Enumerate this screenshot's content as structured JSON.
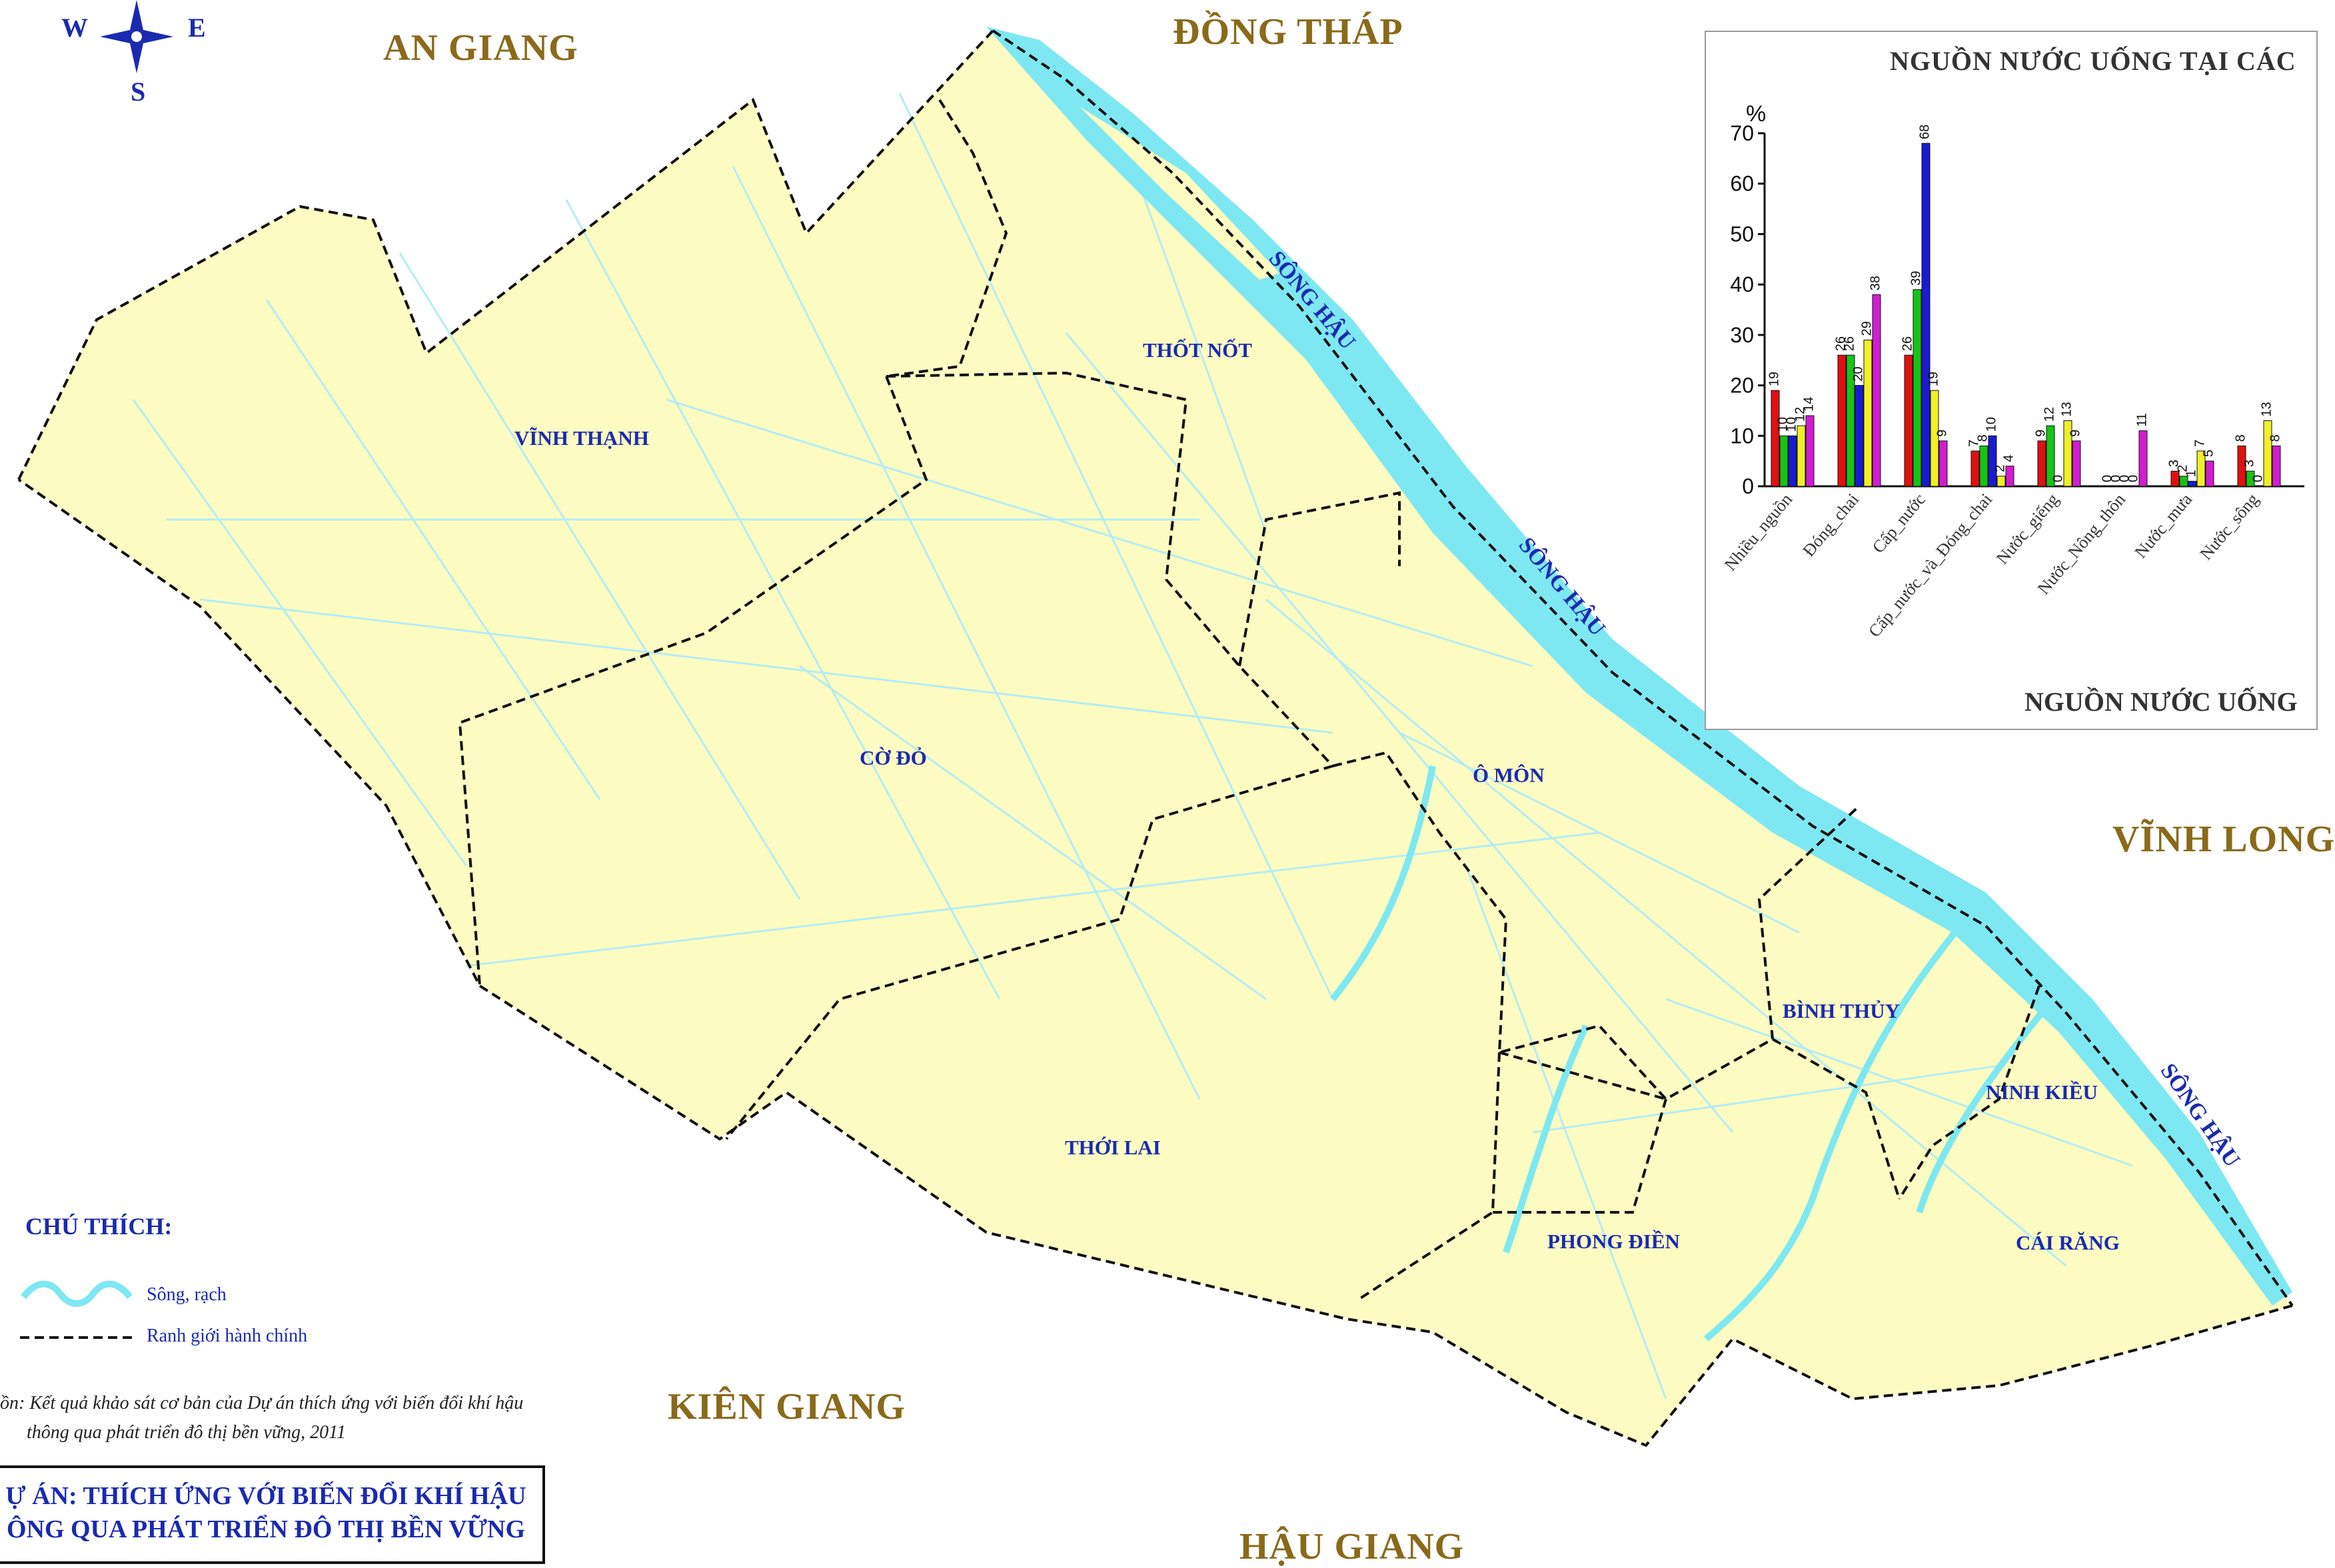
{
  "compass": {
    "west": "W",
    "east": "E",
    "south": "S"
  },
  "provinces": {
    "an_giang": "AN GIANG",
    "dong_thap": "ĐỒNG THÁP",
    "vinh_long": "VĨNH LONG",
    "kien_giang": "KIÊN GIANG",
    "hau_giang": "HẬU GIANG"
  },
  "districts": {
    "vinh_thanh": "VĨNH THẠNH",
    "thot_not": "THỐT NỐT",
    "co_do": "CỜ ĐỎ",
    "o_mon": "Ô MÔN",
    "thoi_lai": "THỚI LAI",
    "binh_thuy": "BÌNH THỦY",
    "ninh_kieu": "NINH KIỀU",
    "phong_dien": "PHONG ĐIỀN",
    "cai_rang": "CÁI RĂNG"
  },
  "rivers": {
    "song_hau_1": "SÔNG HẬU",
    "song_hau_2": "SÔNG HẬU",
    "song_hau_3": "SÔNG HẬU"
  },
  "legend": {
    "title": "CHÚ THÍCH:",
    "river": "Sông, rạch",
    "boundary": "Ranh giới hành chính"
  },
  "source_note": {
    "line1": "ồn: Kết quả khảo sát cơ bản của Dự án thích ứng với biến đổi khí hậu",
    "line2": "thông qua phát triển đô thị bền vững, 2011"
  },
  "project": {
    "line1": "Ự ÁN: THÍCH ỨNG VỚI BIẾN ĐỔI KHÍ HẬU",
    "line2": "ÔNG QUA PHÁT TRIỂN ĐÔ THỊ BỀN VỮNG"
  },
  "colors": {
    "land": "#fcfcc2",
    "river": "#7de8f2",
    "series": [
      "#e01010",
      "#16c416",
      "#1a1ad6",
      "#f0f028",
      "#d21cd2"
    ]
  },
  "chart_data": {
    "type": "bar",
    "title": "NGUỒN NƯỚC UỐNG TẠI CÁC",
    "xlabel": "NGUỒN NƯỚC UỐNG",
    "ylabel": "%",
    "ylim": [
      0,
      70
    ],
    "yticks": [
      0,
      10,
      20,
      30,
      40,
      50,
      60,
      70
    ],
    "grid": false,
    "categories": [
      "Nhiều_nguồn",
      "Đóng_chai",
      "Cấp_nước",
      "Cấp_nước_và_Đóng_chai",
      "Nước_giếng",
      "Nước_Nông_thôn",
      "Nước_mưa",
      "Nước_sông"
    ],
    "series": [
      {
        "values": [
          19,
          26,
          26,
          7,
          9,
          0,
          3,
          8
        ]
      },
      {
        "values": [
          10,
          26,
          39,
          8,
          12,
          0,
          2,
          3
        ]
      },
      {
        "values": [
          10,
          20,
          68,
          10,
          0,
          0,
          1,
          0
        ]
      },
      {
        "values": [
          12,
          29,
          19,
          2,
          13,
          0,
          7,
          13
        ]
      },
      {
        "values": [
          14,
          38,
          9,
          4,
          9,
          11,
          5,
          8
        ]
      }
    ]
  }
}
